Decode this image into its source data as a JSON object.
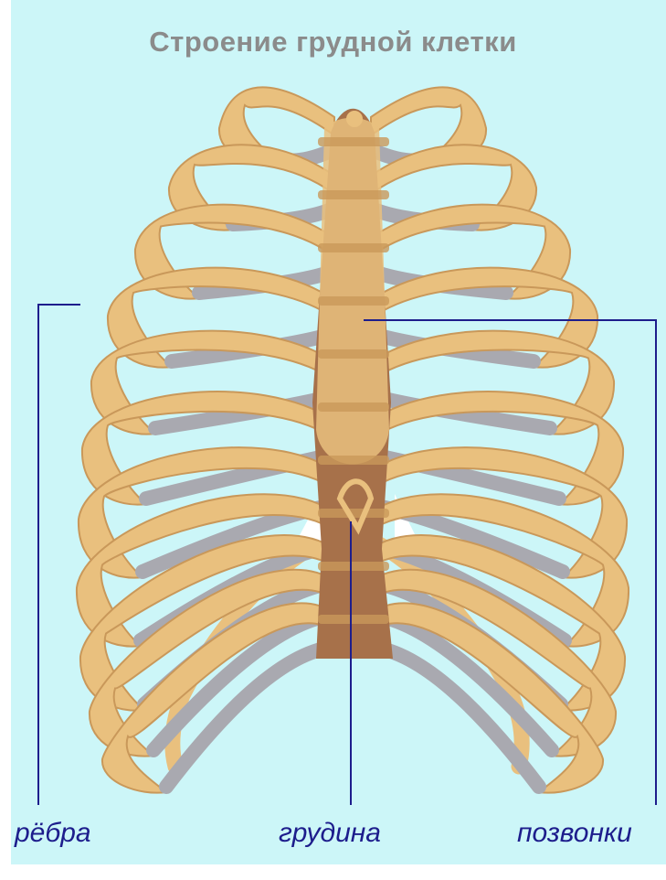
{
  "title": "Строение грудной клетки",
  "labels": {
    "ribs": "рёбра",
    "sternum": "грудина",
    "vertebrae": "позвонки"
  },
  "colors": {
    "background": "#ccf6f8",
    "bone": "#e9c07e",
    "bone_outline": "#c9985a",
    "cartilage": "#a9a9b0",
    "vertebra": "#a7714a",
    "pointer_line": "#1d1d8c",
    "title_text": "#8b8b8b"
  }
}
